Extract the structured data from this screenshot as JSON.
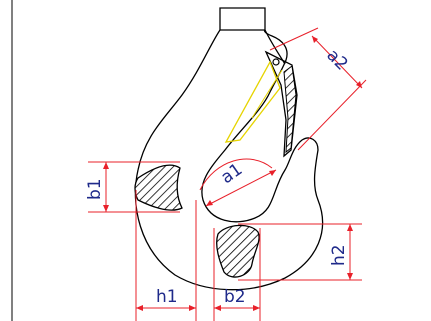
{
  "drawing": {
    "labels": {
      "a1": "a1",
      "a2": "a2",
      "b1": "b1",
      "b2": "b2",
      "h1": "h1",
      "h2": "h2"
    }
  },
  "colors": {
    "outline": "#000000",
    "dimension": "#e8202a",
    "label": "#1f2a8a",
    "latch": "#e6d400",
    "background": "#ffffff"
  }
}
